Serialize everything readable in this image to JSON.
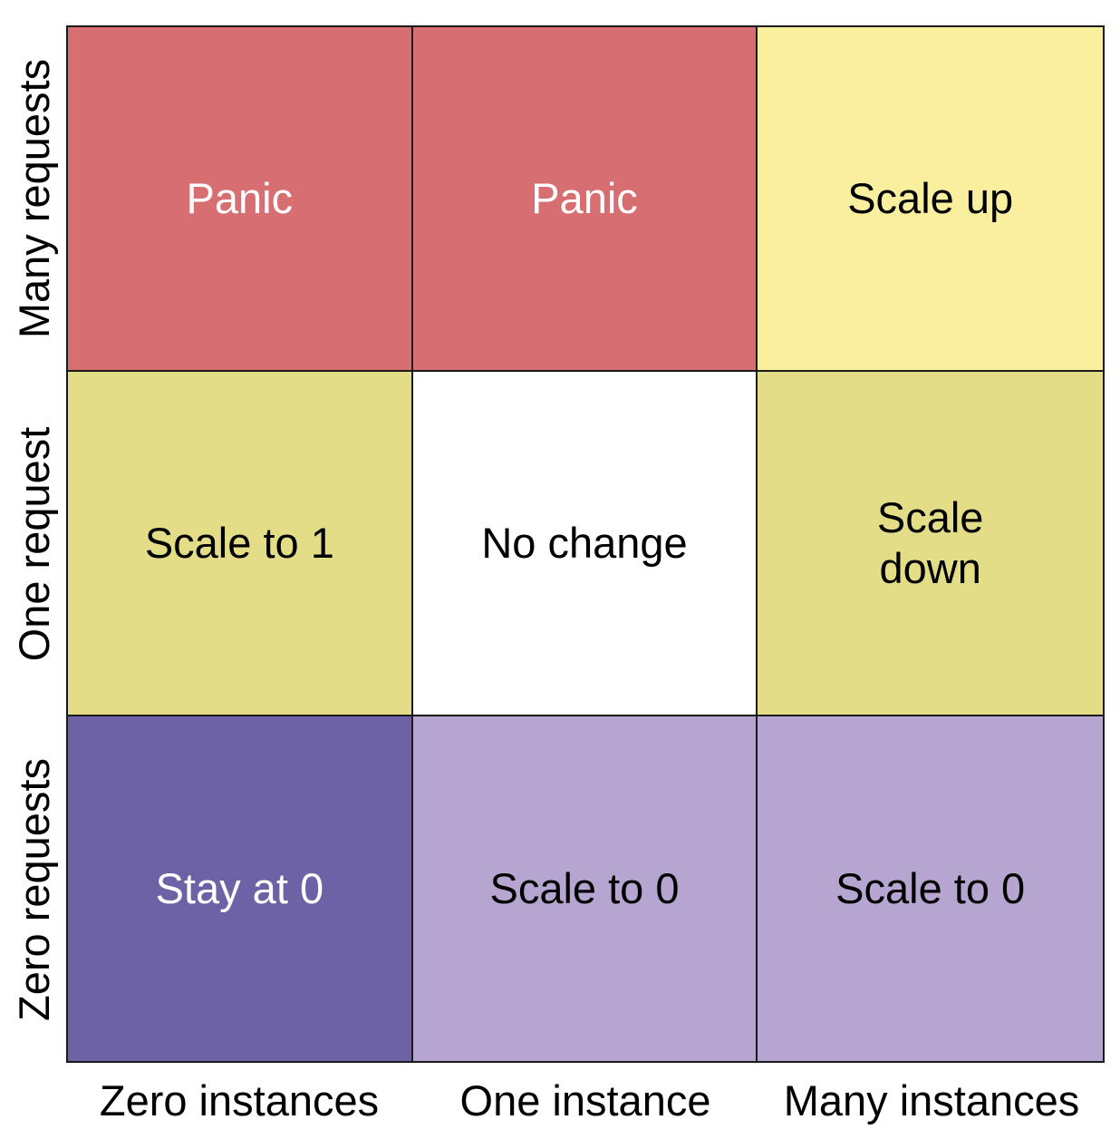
{
  "row_labels": [
    "Many requests",
    "One request",
    "Zero requests"
  ],
  "column_labels": [
    "Zero instances",
    "One instance",
    "Many instances"
  ],
  "cells": [
    [
      {
        "text": "Panic",
        "bg": "#d76e72",
        "color": "#ffffff"
      },
      {
        "text": "Panic",
        "bg": "#d76e72",
        "color": "#ffffff"
      },
      {
        "text": "Scale up",
        "bg": "#f9ef9f",
        "color": "#000000"
      }
    ],
    [
      {
        "text": "Scale to 1",
        "bg": "#e3dd88",
        "color": "#000000"
      },
      {
        "text": "No change",
        "bg": "#ffffff",
        "color": "#000000"
      },
      {
        "text": "Scale down",
        "bg": "#e3dd88",
        "color": "#000000"
      }
    ],
    [
      {
        "text": "Stay at 0",
        "bg": "#6d62a6",
        "color": "#ffffff"
      },
      {
        "text": "Scale to 0",
        "bg": "#b5a5d0",
        "color": "#000000"
      },
      {
        "text": "Scale to 0",
        "bg": "#b5a5d0",
        "color": "#000000"
      }
    ]
  ]
}
